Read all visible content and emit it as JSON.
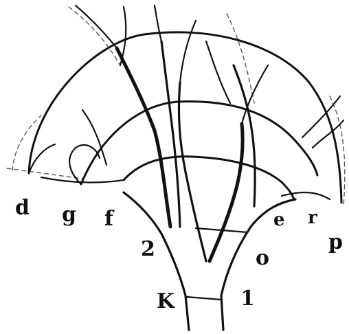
{
  "diagram": {
    "labels": {
      "a": "d",
      "b": "g",
      "c": "f",
      "d": "2",
      "e": "K",
      "f": "1",
      "g": "o",
      "h": "e",
      "i": "r",
      "j": "p"
    }
  }
}
